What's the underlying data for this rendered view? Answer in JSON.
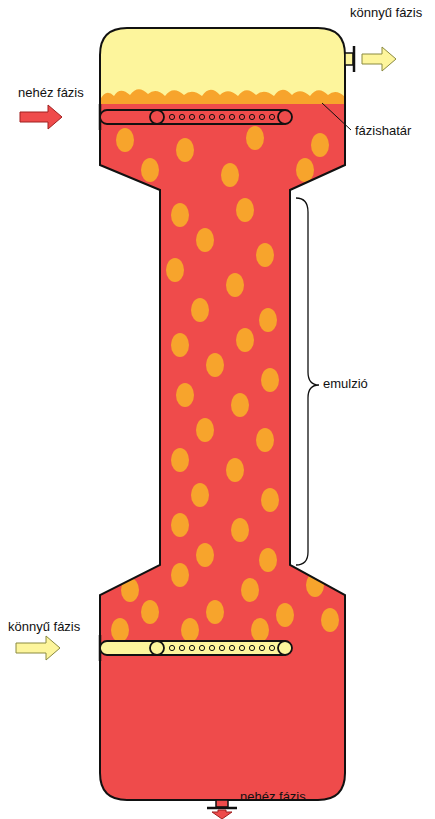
{
  "diagram": {
    "labels": [
      "könnyű fázis",
      "nehéz fázis",
      "fázishatár",
      "emulzió",
      "könnyű fázis",
      "nehéz fázis"
    ]
  }
}
